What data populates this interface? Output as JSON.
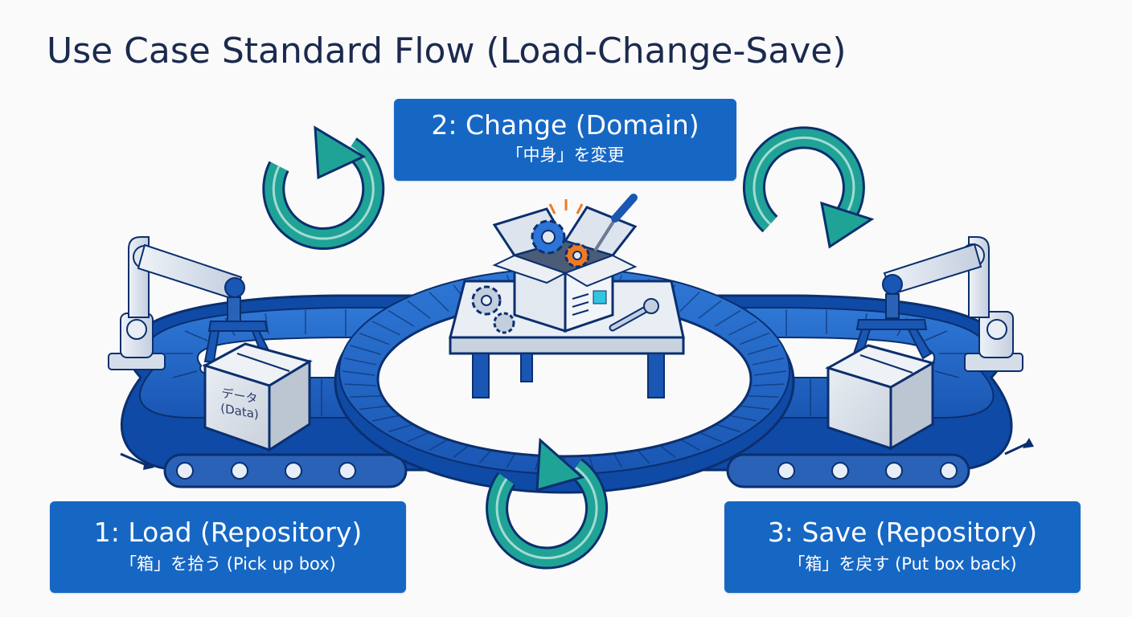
{
  "title": "Use Case Standard Flow (Load-Change-Save)",
  "steps": {
    "change": {
      "main": "2: Change (Domain)",
      "sub": "「中身」を変更"
    },
    "load": {
      "main": "1: Load (Repository)",
      "sub": "「箱」を拾う (Pick up box)"
    },
    "save": {
      "main": "3: Save (Repository)",
      "sub": "「箱」を戻す (Put box back)"
    }
  },
  "box_label": {
    "line1": "データ",
    "line2": "(Data)"
  },
  "colors": {
    "belt": "#1e5fbf",
    "belt_dark": "#0d3c86",
    "label_bg": "#1667c4",
    "cycle_arrow": "#1fa396",
    "title": "#1b2a4e"
  },
  "icons": [
    "cycle-arrow-icon",
    "robot-arm-icon",
    "gear-icon",
    "screwdriver-icon",
    "wrench-icon",
    "cardboard-box-icon"
  ]
}
